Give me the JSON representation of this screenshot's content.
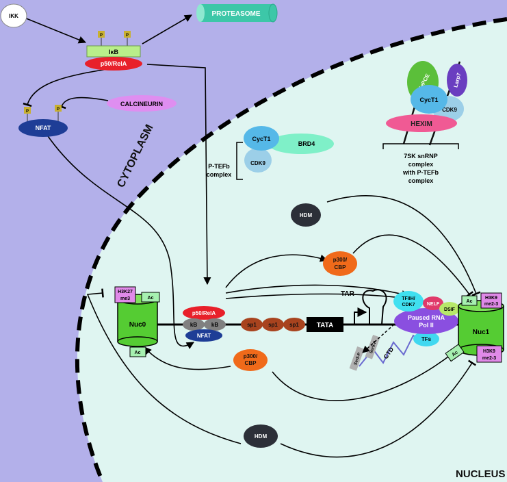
{
  "regions": {
    "cytoplasm_label": "CYTOPLASM",
    "nucleus_label": "NUCLEUS"
  },
  "cytoplasm": {
    "ikk": "IKK",
    "proteasome": "PROTEASOME",
    "ikb": "IκB",
    "p50_rela": "p50/RelA",
    "phospho_mark": "P",
    "nfat": "NFAT",
    "calcineurin": "CALCINEURIN"
  },
  "ptefb": {
    "cyct1": "CycT1",
    "cdk9": "CDK9",
    "brd4": "BRD4",
    "caption_line1": "P-TEFb",
    "caption_line2": "complex"
  },
  "snrnp": {
    "mepce": "MePCE",
    "larp7": "Larp7",
    "cyct1": "CycT1",
    "cdk9": "CDK9",
    "hexim": "HEXIM",
    "caption_line1": "7SK snRNP",
    "caption_line2": "complex",
    "caption_line3": "with P-TEFb",
    "caption_line4": "complex"
  },
  "nucleus": {
    "hdm": "HDM",
    "p300_line1": "p300/",
    "p300_line2": "CBP",
    "nuc0": "Nuc0",
    "nuc1": "Nuc1",
    "ac": "Ac",
    "h3k27_line1": "H3K27",
    "h3k27_line2": "me3",
    "h3k9_line1": "H3K9",
    "h3k9_line2": "me2-3",
    "p50_rela": "p50/RelA",
    "kb": "kB",
    "nfat": "NFAT",
    "sp1": "sp1",
    "tata": "TATA",
    "tar": "TAR",
    "tfiih_line1": "TFIIH/",
    "tfiih_line2": "CDK7",
    "nelf": "NELF",
    "dsif": "DSIF",
    "polii_line1": "Paused RNA",
    "polii_line2": "Pol II",
    "tfs": "TFs",
    "ctd": "CTD",
    "ser5p": "Ser5-P"
  },
  "colors": {
    "cytoplasm_bg": "#b3b0ea",
    "nucleus_bg": "#dff5f1",
    "nucleosome": "#55cc33",
    "histone_mark": "#e08ae8",
    "ac_box": "#a6f0b0",
    "p50": "#e8202a",
    "nfat": "#1e3d96",
    "p300": "#f06a1a",
    "hdm": "#2c2f38",
    "sp1": "#a8431e",
    "proteasome": "#3dc7a8",
    "cyct1": "#55b8e8",
    "cdk9": "#9ccfe8",
    "brd4": "#7ff0c8",
    "hexim": "#f05a94",
    "mepce": "#5bbf3a",
    "larp7": "#6a3ec0",
    "polii": "#8a4fe0",
    "tfiih": "#40e0f0",
    "nelf": "#e03a6a",
    "dsif": "#b7e86a"
  }
}
